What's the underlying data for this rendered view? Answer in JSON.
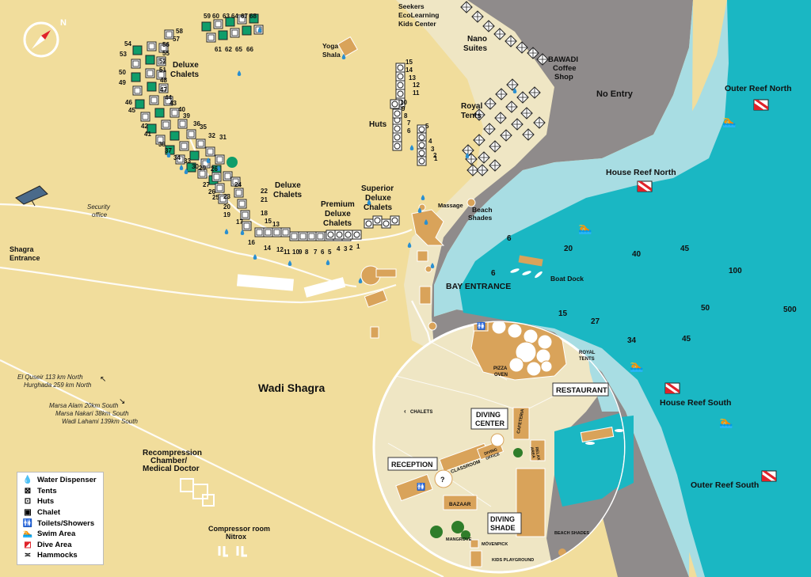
{
  "compass_label": "N",
  "land_areas": {
    "wadi": "Wadi Shagra",
    "entrance": "Shagra Entrance",
    "security": "Security office",
    "directions_north": [
      "El Quseir 113 km North",
      "Hurghada 259 km North"
    ],
    "directions_south": [
      "Marsa Alam 20km South",
      "Marsa Nakari 38km South",
      "Wadi Lahami 139km South"
    ],
    "recompression": [
      "Recompression",
      "Chamber/",
      "Medical Doctor"
    ],
    "compressor": [
      "Compressor room",
      "Nitrox"
    ],
    "yoga": [
      "Yoga",
      "Shala"
    ],
    "seekers": [
      "Seekers",
      "EcoLearning",
      "Kids Center"
    ],
    "nano": [
      "Nano",
      "Suites"
    ],
    "bawadi": [
      "BAWADI",
      "Coffee",
      "Shop"
    ],
    "royal_tents": [
      "Royal",
      "Tents"
    ],
    "huts": "Huts",
    "deluxe_chalets_1": [
      "Deluxe",
      "Chalets"
    ],
    "deluxe_chalets_2": [
      "Deluxe",
      "Chalets"
    ],
    "premium": [
      "Premium",
      "Deluxe",
      "Chalets"
    ],
    "superior": [
      "Superior",
      "Deluxe",
      "Chalets"
    ],
    "massage": "Massage",
    "beach_shades": [
      "Beach",
      "Shades"
    ],
    "no_entry": "No Entry",
    "boat_dock": "Boat Dock",
    "bay_entrance": "BAY ENTRANCE"
  },
  "dive_sites": [
    "Outer Reef North",
    "House Reef North",
    "House Reef South",
    "Outer Reef South"
  ],
  "depths": [
    "6",
    "20",
    "40",
    "45",
    "100",
    "6",
    "15",
    "27",
    "34",
    "45",
    "50",
    "500"
  ],
  "unit_numbers": {
    "arc_left": [
      "54",
      "53",
      "50",
      "49",
      "46",
      "45",
      "42",
      "41",
      "38",
      "37",
      "34",
      "33",
      "30",
      "29",
      "26"
    ],
    "arc_right": [
      "58",
      "57",
      "56",
      "55",
      "52",
      "51",
      "48",
      "47",
      "44",
      "43",
      "40",
      "39",
      "36",
      "35",
      "32",
      "31"
    ],
    "top_row_upper": [
      "59",
      "60",
      "63",
      "64",
      "67",
      "68"
    ],
    "top_row_lower": [
      "61",
      "62",
      "65",
      "66"
    ],
    "mid_column_left": [
      "27",
      "26",
      "25",
      "20",
      "19",
      "17"
    ],
    "mid_column_right": [
      "24",
      "23",
      "22",
      "21",
      "18",
      "15",
      "13"
    ],
    "mid_column_inner": [
      "25",
      "23"
    ],
    "bottom_row": [
      "16",
      "14",
      "12",
      "11",
      "10",
      "9",
      "8",
      "7",
      "6",
      "5",
      "4",
      "3",
      "2",
      "1"
    ],
    "huts_col1": [
      "15",
      "14",
      "13",
      "12",
      "11",
      "10",
      "9",
      "8",
      "7",
      "6"
    ],
    "huts_col2": [
      "5",
      "4",
      "3",
      "2",
      "1"
    ]
  },
  "inset": {
    "restaurant": "RESTAURANT",
    "royal_tents": [
      "ROYAL",
      "TENTS"
    ],
    "pizza_oven": [
      "PIZZA",
      "OVEN"
    ],
    "chalets": "CHALETS",
    "diving_center": [
      "DIVING",
      "CENTER"
    ],
    "cafeteria": "CAFETERIA",
    "reception": "RECEPTION",
    "classroom": "CLASSROOM",
    "diving_office": [
      "DIVING",
      "OFFICE"
    ],
    "relax_area": [
      "RELAX",
      "AREA"
    ],
    "bazaar": "BAZAAR",
    "diving_shade": [
      "DIVING",
      "SHADE"
    ],
    "mangrove": "MANGROVE",
    "movenpick": "MÖVENPICK",
    "kids_playground": "KIDS PLAYGROUND",
    "beach_shades": "BEACH SHADES"
  },
  "legend": {
    "items": [
      {
        "icon": "water-drop-icon",
        "label": "Water Dispenser"
      },
      {
        "icon": "tent-icon",
        "label": "Tents"
      },
      {
        "icon": "hut-icon",
        "label": "Huts"
      },
      {
        "icon": "chalet-icon",
        "label": "Chalet"
      },
      {
        "icon": "toilet-icon",
        "label": "Toilets/Showers"
      },
      {
        "icon": "swimmer-icon",
        "label": "Swim Area"
      },
      {
        "icon": "dive-flag-icon",
        "label": "Dive Area"
      },
      {
        "icon": "hammock-icon",
        "label": "Hammocks"
      }
    ]
  },
  "colors": {
    "sand": "#f1dd9c",
    "beach": "#efe6c4",
    "rock": "#8f8b8b",
    "shallow": "#a8dde3",
    "deep": "#1ab7c3",
    "building": "#d9a35a",
    "chalet_green": "#0f9d6a",
    "dive_flag": "#e0232a"
  }
}
